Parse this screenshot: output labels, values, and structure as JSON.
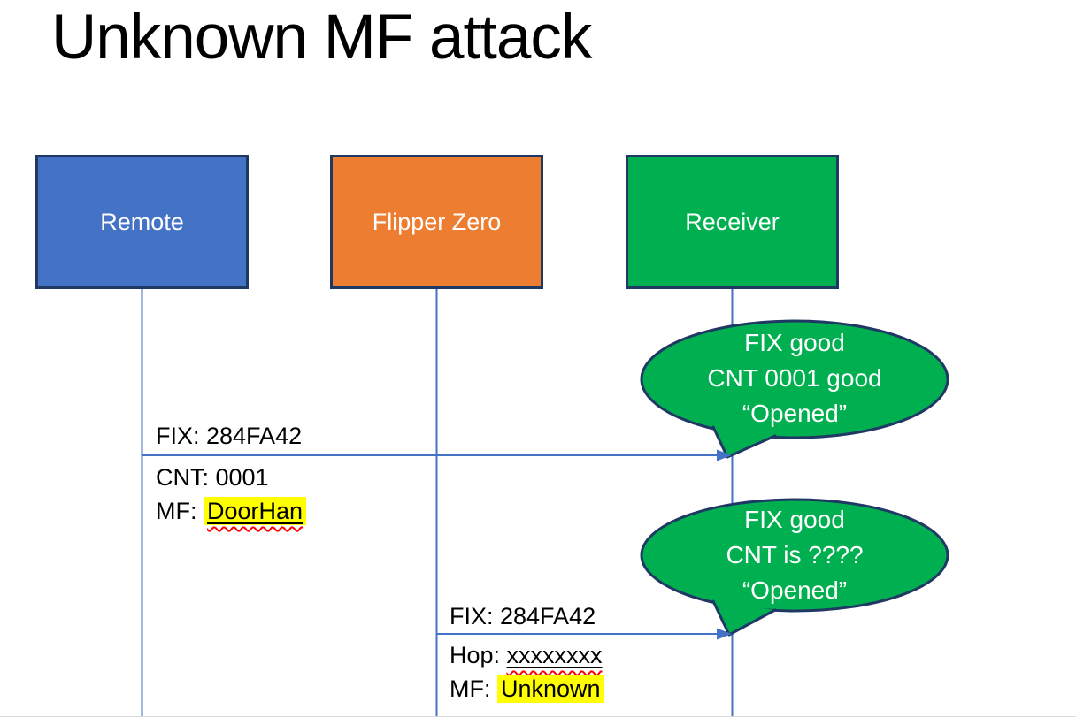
{
  "slide": {
    "title": "Unknown MF attack"
  },
  "actors": [
    {
      "label": "Remote",
      "fill": "#4472C4"
    },
    {
      "label": "Flipper Zero",
      "fill": "#ED7D31"
    },
    {
      "label": "Receiver",
      "fill": "#00B050"
    }
  ],
  "messages": [
    {
      "from": "Remote",
      "to": "Receiver",
      "above": "FIX: 284FA42",
      "line2": "CNT: 0001",
      "line3_prefix": "MF: ",
      "line3_word": "DoorHan"
    },
    {
      "from": "Flipper Zero",
      "to": "Receiver",
      "above": "FIX: 284FA42",
      "line2_prefix": "Hop: ",
      "line2_word": "xxxxxxxx",
      "line3_prefix": "MF: ",
      "line3_word": "Unknown"
    }
  ],
  "callouts": [
    {
      "speaker": "Receiver",
      "lines": [
        "FIX good",
        "CNT 0001 good",
        "“Opened”"
      ]
    },
    {
      "speaker": "Receiver",
      "lines": [
        "FIX good",
        "CNT is ????",
        "“Opened”"
      ]
    }
  ],
  "colors": {
    "remote_fill": "#4472C4",
    "flipper_fill": "#ED7D31",
    "receiver_fill": "#00B050",
    "callout_fill": "#00B050",
    "shape_border": "#1F3864",
    "line_blue": "#4472C4",
    "highlight_yellow": "#FFFF00",
    "squiggle_red": "#FF0000",
    "text_black": "#000000",
    "text_white": "#FFFFFF"
  }
}
